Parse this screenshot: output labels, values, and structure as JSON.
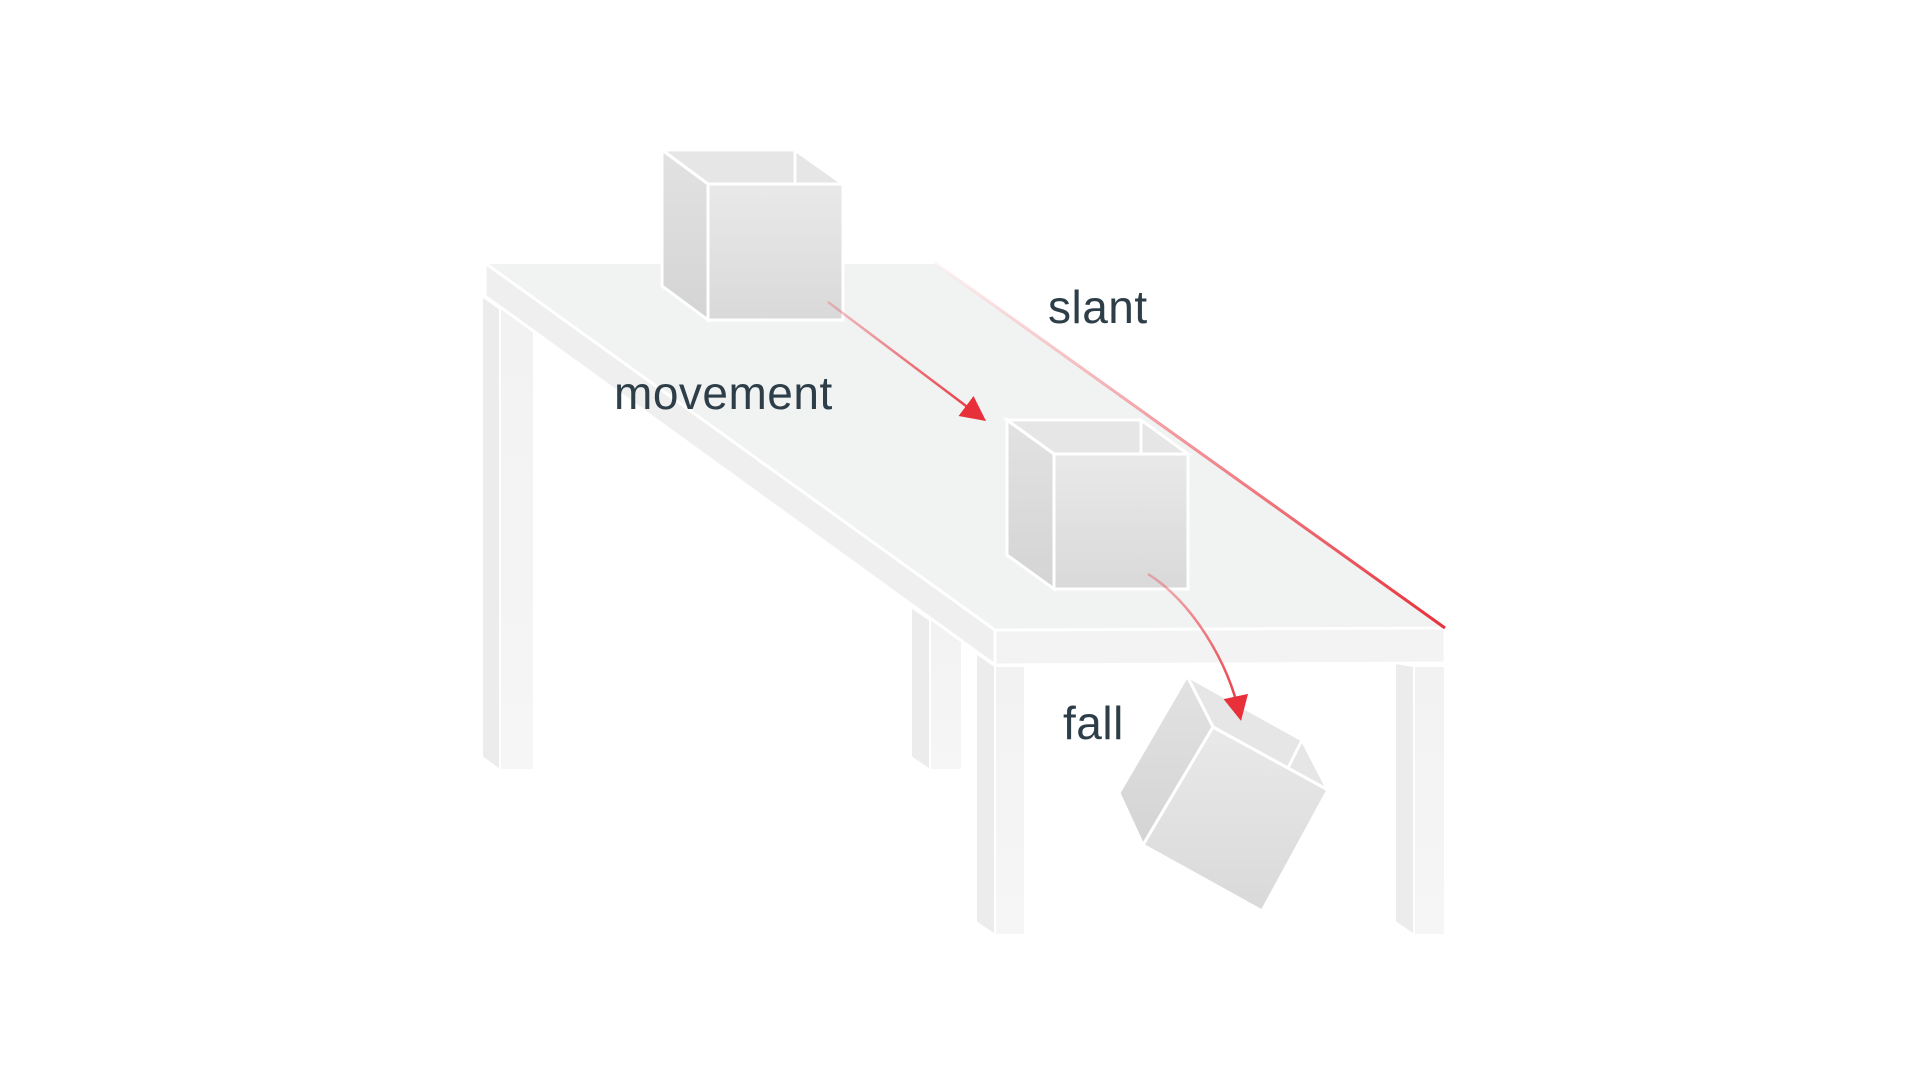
{
  "labels": {
    "slant": "slant",
    "movement": "movement",
    "fall": "fall"
  },
  "colors": {
    "arrow": "#e8303a",
    "text": "#2d3e48",
    "table": "#f2f3f3",
    "box": "#dcdcdc",
    "edge": "#ffffff"
  }
}
